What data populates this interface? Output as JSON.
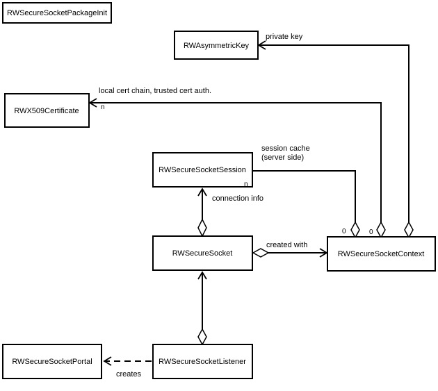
{
  "classes": {
    "package_init": "RWSecureSocketPackageInit",
    "asymmetric_key": "RWAsymmetricKey",
    "x509_certificate": "RWX509Certificate",
    "session": "RWSecureSocketSession",
    "socket": "RWSecureSocket",
    "context": "RWSecureSocketContext",
    "portal": "RWSecureSocketPortal",
    "listener": "RWSecureSocketListener"
  },
  "labels": {
    "private_key": "private key",
    "cert_chain": "local cert chain, trusted cert auth.",
    "session_cache_1": "session cache",
    "session_cache_2": "(server side)",
    "connection_info": "connection info",
    "created_with": "created with",
    "creates": "creates"
  },
  "multiplicities": {
    "cert_n": "n",
    "session_n": "n",
    "context_session_0": "0",
    "context_cert_0": "0"
  }
}
